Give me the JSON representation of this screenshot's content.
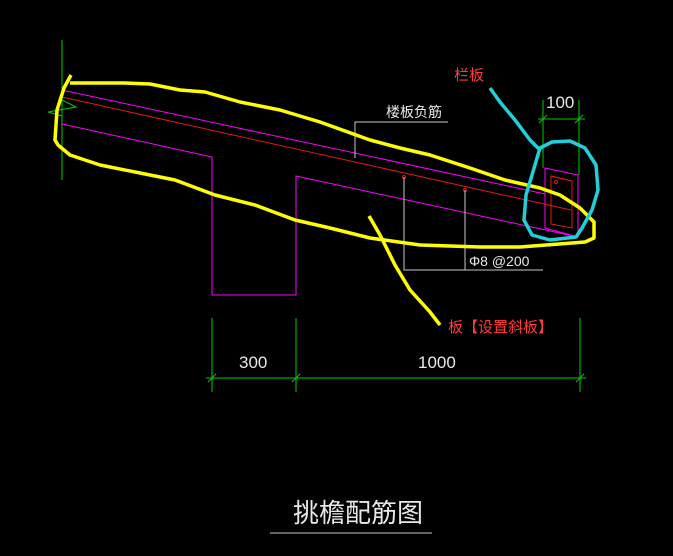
{
  "drawing": {
    "title": "挑檐配筋图",
    "rebar_label": "楼板负筋",
    "rebar_spec": "Φ8 @200",
    "dimensions": {
      "beam_width": "300",
      "overhang_length": "1000",
      "parapet_width": "100"
    }
  },
  "annotations": {
    "parapet_label": "栏板",
    "slab_label": "板【设置斜板】"
  },
  "colors": {
    "background": "#000000",
    "concrete_outline": "#ff00ff",
    "rebar": "#ff2020",
    "dimension": "#00cc00",
    "leader": "#c8c8c8",
    "highlight_slab": "#ffff00",
    "highlight_parapet": "#20d0d8",
    "annotation_text": "#ff3b3b"
  }
}
